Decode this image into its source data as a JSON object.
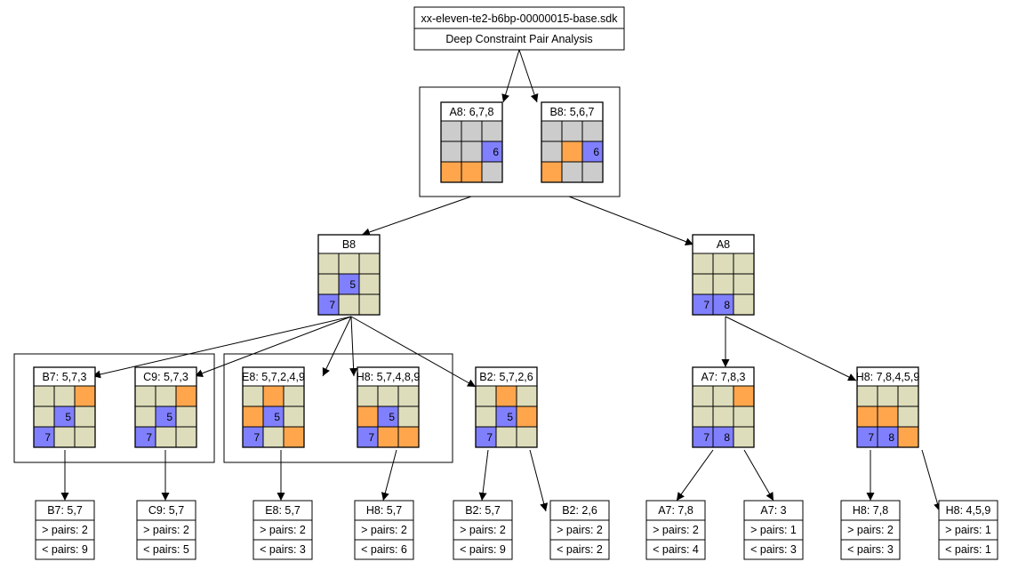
{
  "header": {
    "title": "xx-eleven-te2-b6bp-00000015-base.sdk",
    "subtitle": "Deep Constraint Pair Analysis"
  },
  "colors": {
    "digit": "#8080ff",
    "orange": "#ffa64d",
    "gray": "#cccccc",
    "khaki": "#ddddbb"
  },
  "nodes": [
    {
      "id": "a8-root",
      "label": "A8: 6,7,8",
      "bg": "gray",
      "cells": [
        [
          0,
          0,
          "g",
          ""
        ],
        [
          0,
          1,
          "g",
          ""
        ],
        [
          0,
          2,
          "g",
          ""
        ],
        [
          1,
          0,
          "g",
          ""
        ],
        [
          1,
          1,
          "g",
          ""
        ],
        [
          1,
          2,
          "b",
          "6"
        ],
        [
          2,
          0,
          "o",
          ""
        ],
        [
          2,
          1,
          "o",
          ""
        ],
        [
          2,
          2,
          "g",
          ""
        ]
      ]
    },
    {
      "id": "b8-root",
      "label": "B8: 5,6,7",
      "bg": "gray",
      "cells": [
        [
          0,
          0,
          "g",
          ""
        ],
        [
          0,
          1,
          "g",
          ""
        ],
        [
          0,
          2,
          "g",
          ""
        ],
        [
          1,
          0,
          "g",
          ""
        ],
        [
          1,
          1,
          "o",
          ""
        ],
        [
          1,
          2,
          "b",
          "6"
        ],
        [
          2,
          0,
          "o",
          ""
        ],
        [
          2,
          1,
          "g",
          ""
        ],
        [
          2,
          2,
          "g",
          ""
        ]
      ]
    },
    {
      "id": "b8",
      "label": "B8",
      "bg": "khaki",
      "cells": [
        [
          0,
          0,
          "k",
          ""
        ],
        [
          0,
          1,
          "k",
          ""
        ],
        [
          0,
          2,
          "k",
          ""
        ],
        [
          1,
          0,
          "k",
          ""
        ],
        [
          1,
          1,
          "b",
          "5"
        ],
        [
          1,
          2,
          "k",
          ""
        ],
        [
          2,
          0,
          "b",
          "7"
        ],
        [
          2,
          1,
          "k",
          ""
        ],
        [
          2,
          2,
          "k",
          ""
        ]
      ]
    },
    {
      "id": "a8",
      "label": "A8",
      "bg": "khaki",
      "cells": [
        [
          0,
          0,
          "k",
          ""
        ],
        [
          0,
          1,
          "k",
          ""
        ],
        [
          0,
          2,
          "k",
          ""
        ],
        [
          1,
          0,
          "k",
          ""
        ],
        [
          1,
          1,
          "k",
          ""
        ],
        [
          1,
          2,
          "k",
          ""
        ],
        [
          2,
          0,
          "b",
          "7"
        ],
        [
          2,
          1,
          "b",
          "8"
        ],
        [
          2,
          2,
          "k",
          ""
        ]
      ]
    },
    {
      "id": "b7",
      "label": "B7: 5,7,3",
      "cells": [
        [
          0,
          0,
          "k",
          ""
        ],
        [
          0,
          1,
          "k",
          ""
        ],
        [
          0,
          2,
          "o",
          ""
        ],
        [
          1,
          0,
          "k",
          ""
        ],
        [
          1,
          1,
          "b",
          "5"
        ],
        [
          1,
          2,
          "k",
          ""
        ],
        [
          2,
          0,
          "b",
          "7"
        ],
        [
          2,
          1,
          "k",
          ""
        ],
        [
          2,
          2,
          "k",
          ""
        ]
      ]
    },
    {
      "id": "c9",
      "label": "C9: 5,7,3",
      "cells": [
        [
          0,
          0,
          "k",
          ""
        ],
        [
          0,
          1,
          "k",
          ""
        ],
        [
          0,
          2,
          "o",
          ""
        ],
        [
          1,
          0,
          "k",
          ""
        ],
        [
          1,
          1,
          "b",
          "5"
        ],
        [
          1,
          2,
          "k",
          ""
        ],
        [
          2,
          0,
          "b",
          "7"
        ],
        [
          2,
          1,
          "k",
          ""
        ],
        [
          2,
          2,
          "k",
          ""
        ]
      ]
    },
    {
      "id": "e8",
      "label": "E8: 5,7,2,4,9",
      "cells": [
        [
          0,
          0,
          "k",
          ""
        ],
        [
          0,
          1,
          "o",
          ""
        ],
        [
          0,
          2,
          "k",
          ""
        ],
        [
          1,
          0,
          "o",
          ""
        ],
        [
          1,
          1,
          "b",
          "5"
        ],
        [
          1,
          2,
          "k",
          ""
        ],
        [
          2,
          0,
          "b",
          "7"
        ],
        [
          2,
          1,
          "k",
          ""
        ],
        [
          2,
          2,
          "o",
          ""
        ]
      ]
    },
    {
      "id": "h8-left",
      "label": "H8: 5,7,4,8,9",
      "cells": [
        [
          0,
          0,
          "k",
          ""
        ],
        [
          0,
          1,
          "k",
          ""
        ],
        [
          0,
          2,
          "k",
          ""
        ],
        [
          1,
          0,
          "o",
          ""
        ],
        [
          1,
          1,
          "b",
          "5"
        ],
        [
          1,
          2,
          "k",
          ""
        ],
        [
          2,
          0,
          "b",
          "7"
        ],
        [
          2,
          1,
          "o",
          ""
        ],
        [
          2,
          2,
          "o",
          ""
        ]
      ]
    },
    {
      "id": "b2",
      "label": "B2: 5,7,2,6",
      "cells": [
        [
          0,
          0,
          "k",
          ""
        ],
        [
          0,
          1,
          "o",
          ""
        ],
        [
          0,
          2,
          "k",
          ""
        ],
        [
          1,
          0,
          "k",
          ""
        ],
        [
          1,
          1,
          "b",
          "5"
        ],
        [
          1,
          2,
          "o",
          ""
        ],
        [
          2,
          0,
          "b",
          "7"
        ],
        [
          2,
          1,
          "k",
          ""
        ],
        [
          2,
          2,
          "k",
          ""
        ]
      ]
    },
    {
      "id": "a7",
      "label": "A7: 7,8,3",
      "cells": [
        [
          0,
          0,
          "k",
          ""
        ],
        [
          0,
          1,
          "k",
          ""
        ],
        [
          0,
          2,
          "o",
          ""
        ],
        [
          1,
          0,
          "k",
          ""
        ],
        [
          1,
          1,
          "k",
          ""
        ],
        [
          1,
          2,
          "k",
          ""
        ],
        [
          2,
          0,
          "b",
          "7"
        ],
        [
          2,
          1,
          "b",
          "8"
        ],
        [
          2,
          2,
          "k",
          ""
        ]
      ]
    },
    {
      "id": "h8-right",
      "label": "H8: 7,8,4,5,9",
      "cells": [
        [
          0,
          0,
          "k",
          ""
        ],
        [
          0,
          1,
          "k",
          ""
        ],
        [
          0,
          2,
          "k",
          ""
        ],
        [
          1,
          0,
          "o",
          ""
        ],
        [
          1,
          1,
          "o",
          ""
        ],
        [
          1,
          2,
          "k",
          ""
        ],
        [
          2,
          0,
          "b",
          "7"
        ],
        [
          2,
          1,
          "b",
          "8"
        ],
        [
          2,
          2,
          "o",
          ""
        ]
      ]
    }
  ],
  "leaves": [
    {
      "id": "leaf-b7",
      "title": "B7: 5,7",
      "gt": "> pairs: 2",
      "lt": "< pairs: 9"
    },
    {
      "id": "leaf-c9",
      "title": "C9: 5,7",
      "gt": "> pairs: 2",
      "lt": "< pairs: 5"
    },
    {
      "id": "leaf-e8",
      "title": "E8: 5,7",
      "gt": "> pairs: 2",
      "lt": "< pairs: 3"
    },
    {
      "id": "leaf-h8-57",
      "title": "H8: 5,7",
      "gt": "> pairs: 2",
      "lt": "< pairs: 6"
    },
    {
      "id": "leaf-b2-57",
      "title": "B2: 5,7",
      "gt": "> pairs: 2",
      "lt": "< pairs: 9"
    },
    {
      "id": "leaf-b2-26",
      "title": "B2: 2,6",
      "gt": "> pairs: 2",
      "lt": "< pairs: 2"
    },
    {
      "id": "leaf-a7-78",
      "title": "A7: 7,8",
      "gt": "> pairs: 2",
      "lt": "< pairs: 4"
    },
    {
      "id": "leaf-a7-3",
      "title": "A7: 3",
      "gt": "> pairs: 1",
      "lt": "< pairs: 3"
    },
    {
      "id": "leaf-h8-78",
      "title": "H8: 7,8",
      "gt": "> pairs: 2",
      "lt": "< pairs: 3"
    },
    {
      "id": "leaf-h8-459",
      "title": "H8: 4,5,9",
      "gt": "> pairs: 1",
      "lt": "< pairs: 1"
    }
  ]
}
